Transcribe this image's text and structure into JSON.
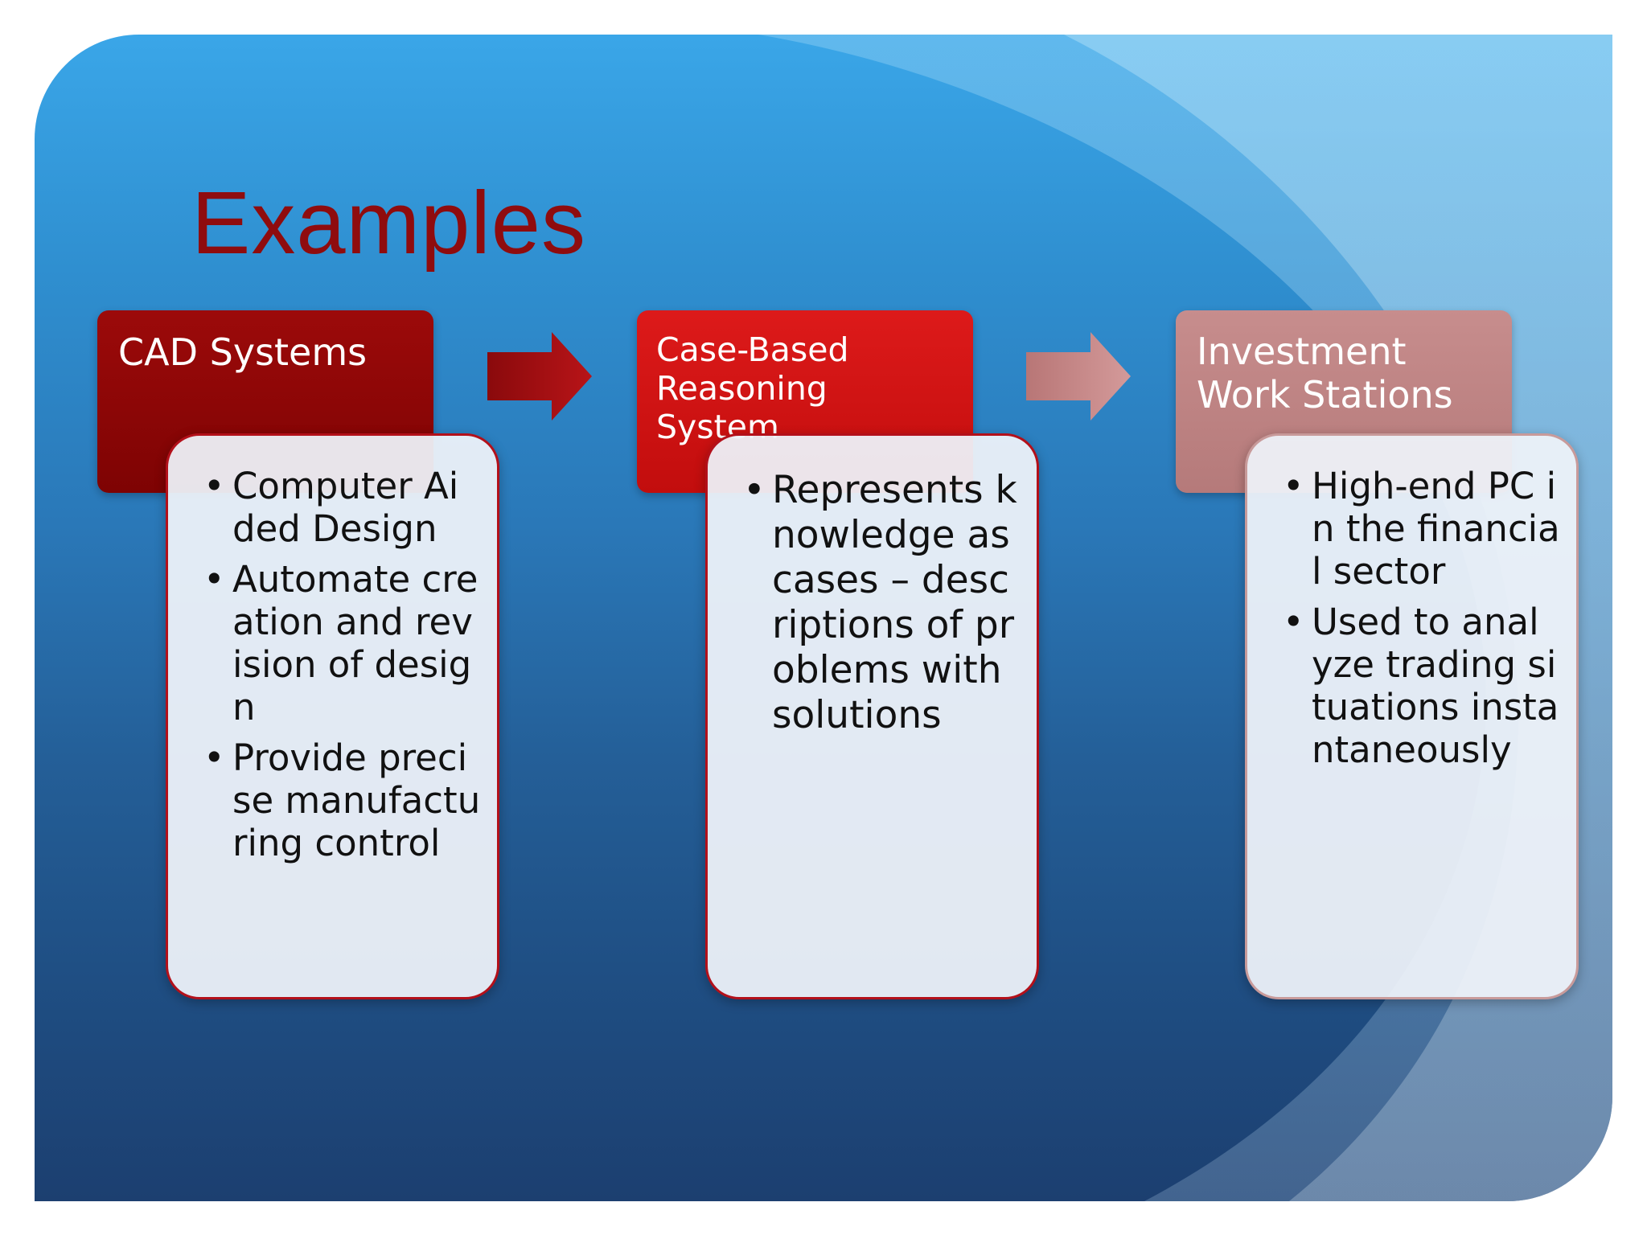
{
  "slide": {
    "title": "Examples"
  },
  "colors": {
    "title": "#8f0c0e",
    "box1_header": "#8b0606",
    "box2_header": "#d01414",
    "box3_header": "#bd8282",
    "content_border": "#b3101a",
    "background_top": "#3aa6e8",
    "background_bottom": "#1c3f70"
  },
  "boxes": [
    {
      "header": "CAD Systems",
      "bullets": [
        "Computer Aided Design",
        "Automate creation and revision of design",
        "Provide precise manufacturing control"
      ]
    },
    {
      "header": "Case-Based\nReasoning System",
      "bullets": [
        "Represents knowledge as cases – descriptions of problems with solutions"
      ]
    },
    {
      "header": "Investment\nWork Stations",
      "bullets": [
        "High-end PC in the financial sector",
        "Used to analyze trading situations instantaneously"
      ]
    }
  ],
  "arrows": [
    {
      "icon": "right-arrow-icon",
      "color": "#a10f12"
    },
    {
      "icon": "right-arrow-icon",
      "color": "#c68a8a"
    }
  ]
}
